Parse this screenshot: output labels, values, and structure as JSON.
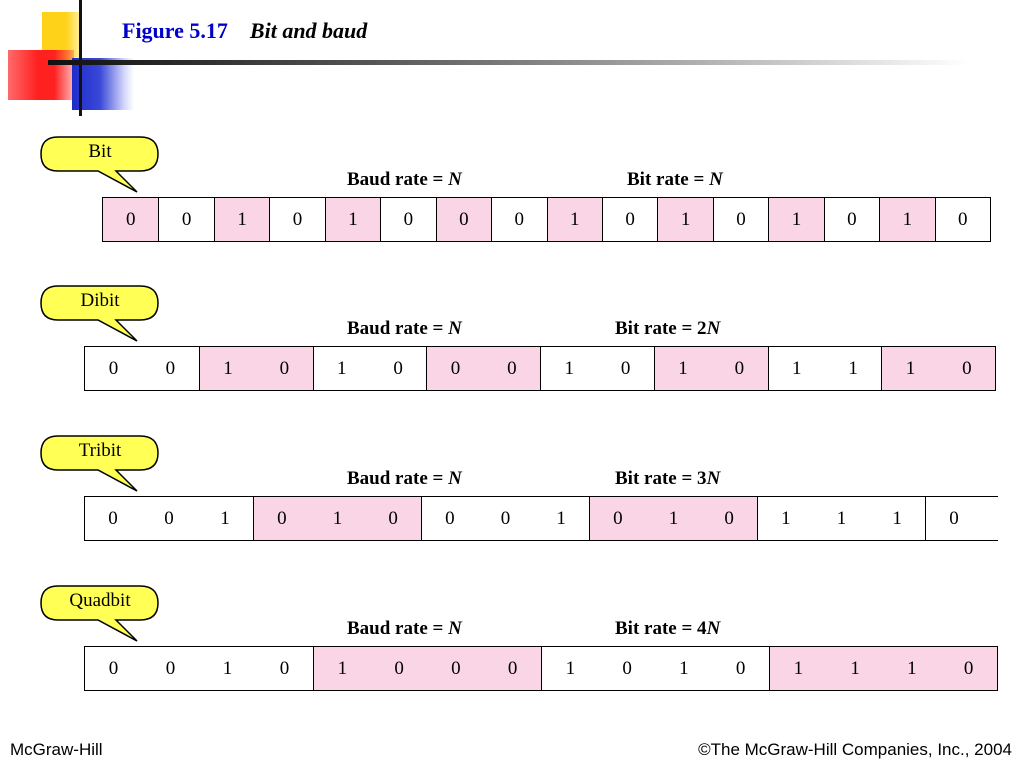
{
  "title": {
    "figure": "Figure 5.17",
    "name": "Bit and baud"
  },
  "colors": {
    "pink": "#f9d5e5",
    "callout_fill": "#ffff55",
    "title_blue": "#0000cc"
  },
  "sections": [
    {
      "callout": "Bit",
      "baud_label": "Baud rate = ",
      "baud_var": "N",
      "bit_label": "Bit rate = ",
      "bit_var": "N",
      "groups": [
        {
          "bits": [
            "0"
          ],
          "pink": true
        },
        {
          "bits": [
            "0"
          ],
          "pink": false
        },
        {
          "bits": [
            "1"
          ],
          "pink": true
        },
        {
          "bits": [
            "0"
          ],
          "pink": false
        },
        {
          "bits": [
            "1"
          ],
          "pink": true
        },
        {
          "bits": [
            "0"
          ],
          "pink": false
        },
        {
          "bits": [
            "0"
          ],
          "pink": true
        },
        {
          "bits": [
            "0"
          ],
          "pink": false
        },
        {
          "bits": [
            "1"
          ],
          "pink": true
        },
        {
          "bits": [
            "0"
          ],
          "pink": false
        },
        {
          "bits": [
            "1"
          ],
          "pink": true
        },
        {
          "bits": [
            "0"
          ],
          "pink": false
        },
        {
          "bits": [
            "1"
          ],
          "pink": true
        },
        {
          "bits": [
            "0"
          ],
          "pink": false
        },
        {
          "bits": [
            "1"
          ],
          "pink": true
        },
        {
          "bits": [
            "0"
          ],
          "pink": false
        }
      ]
    },
    {
      "callout": "Dibit",
      "baud_label": "Baud rate = ",
      "baud_var": "N",
      "bit_label": "Bit rate = 2",
      "bit_var": "N",
      "groups": [
        {
          "bits": [
            "0",
            "0"
          ],
          "pink": false
        },
        {
          "bits": [
            "1",
            "0"
          ],
          "pink": true
        },
        {
          "bits": [
            "1",
            "0"
          ],
          "pink": false
        },
        {
          "bits": [
            "0",
            "0"
          ],
          "pink": true
        },
        {
          "bits": [
            "1",
            "0"
          ],
          "pink": false
        },
        {
          "bits": [
            "1",
            "0"
          ],
          "pink": true
        },
        {
          "bits": [
            "1",
            "1"
          ],
          "pink": false
        },
        {
          "bits": [
            "1",
            "0"
          ],
          "pink": true
        }
      ]
    },
    {
      "callout": "Tribit",
      "baud_label": "Baud rate = ",
      "baud_var": "N",
      "bit_label": "Bit rate = 3",
      "bit_var": "N",
      "groups": [
        {
          "bits": [
            "0",
            "0",
            "1"
          ],
          "pink": false
        },
        {
          "bits": [
            "0",
            "1",
            "0"
          ],
          "pink": true
        },
        {
          "bits": [
            "0",
            "0",
            "1"
          ],
          "pink": false
        },
        {
          "bits": [
            "0",
            "1",
            "0"
          ],
          "pink": true
        },
        {
          "bits": [
            "1",
            "1",
            "1"
          ],
          "pink": false
        },
        {
          "bits": [
            "0"
          ],
          "pink": false
        }
      ]
    },
    {
      "callout": "Quadbit",
      "baud_label": "Baud rate = ",
      "baud_var": "N",
      "bit_label": "Bit rate = 4",
      "bit_var": "N",
      "groups": [
        {
          "bits": [
            "0",
            "0",
            "1",
            "0"
          ],
          "pink": false
        },
        {
          "bits": [
            "1",
            "0",
            "0",
            "0"
          ],
          "pink": true
        },
        {
          "bits": [
            "1",
            "0",
            "1",
            "0"
          ],
          "pink": false
        },
        {
          "bits": [
            "1",
            "1",
            "1",
            "0"
          ],
          "pink": true
        }
      ]
    }
  ],
  "footer": {
    "left": "McGraw-Hill",
    "right": "©The McGraw-Hill Companies, Inc., 2004"
  }
}
